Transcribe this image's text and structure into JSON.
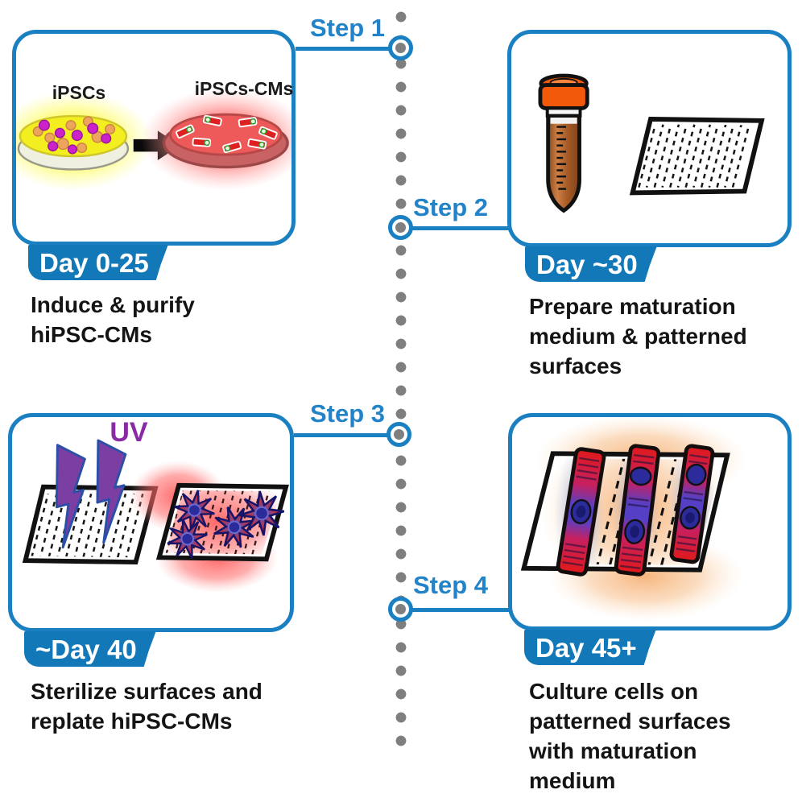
{
  "figure": {
    "title": "hiPSC-CM maturation on patterned surfaces protocol"
  },
  "colors": {
    "accent": "#1a80c2",
    "step_text": "#2383c8",
    "badge_bg": "#1278b8",
    "badge_text": "#ffffff",
    "caption_text": "#141414",
    "timeline_dot": "#7f7f7f",
    "uv_purple": "#8a2ba6"
  },
  "steps": [
    {
      "label": "Step 1",
      "day": "Day 0-25",
      "caption": "Induce & purify\nhiPSC-CMs"
    },
    {
      "label": "Step 2",
      "day": "Day ~30",
      "caption": "Prepare maturation\nmedium & patterned\nsurfaces"
    },
    {
      "label": "Step 3",
      "day": "~Day 40",
      "caption": "Sterilize surfaces and\nreplate hiPSC-CMs"
    },
    {
      "label": "Step 4",
      "day": "Day 45+",
      "caption": "Culture cells on\npatterned surfaces\nwith maturation\nmedium"
    }
  ],
  "panel1": {
    "dish_left_label": "iPSCs",
    "dish_right_label": "iPSCs-CMs"
  },
  "panel3": {
    "uv_label": "UV"
  }
}
